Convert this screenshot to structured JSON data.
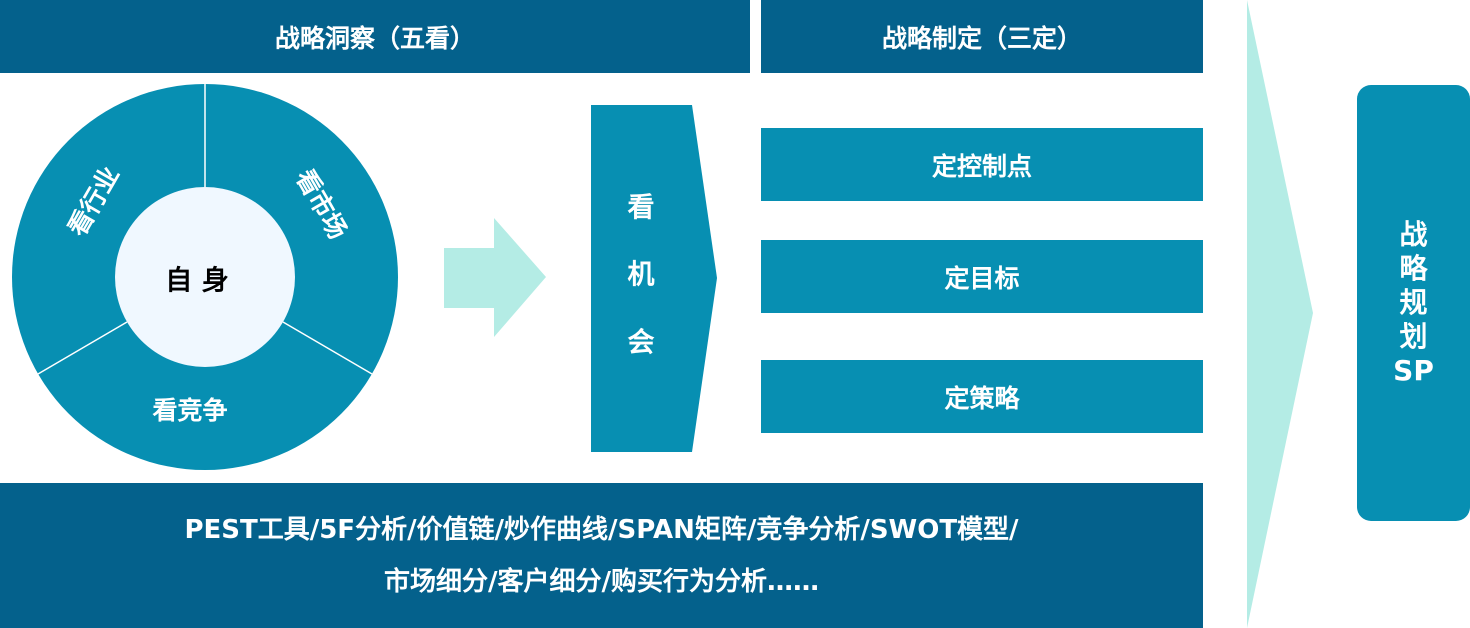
{
  "headers": {
    "insight": "战略洞察（五看）",
    "formulation": "战略制定（三定）"
  },
  "wheel": {
    "center": "自 身",
    "industry": "看行业",
    "market": "看市场",
    "competition": "看竞争"
  },
  "opportunity": [
    "看",
    "机",
    "会"
  ],
  "ding_items": [
    "定控制点",
    "定目标",
    "定策略"
  ],
  "tools": {
    "line1": "PEST工具/5F分析/价值链/炒作曲线/SPAN矩阵/竞争分析/SWOT模型/",
    "line2": "市场细分/客户细分/购买行为分析……"
  },
  "result": [
    "战",
    "略",
    "规",
    "划",
    "SP"
  ],
  "colors": {
    "dark_blue": "#04618c",
    "mid_blue": "#078fb2",
    "light_teal": "#b4ece5",
    "center_fill": "#f0f8ff"
  }
}
